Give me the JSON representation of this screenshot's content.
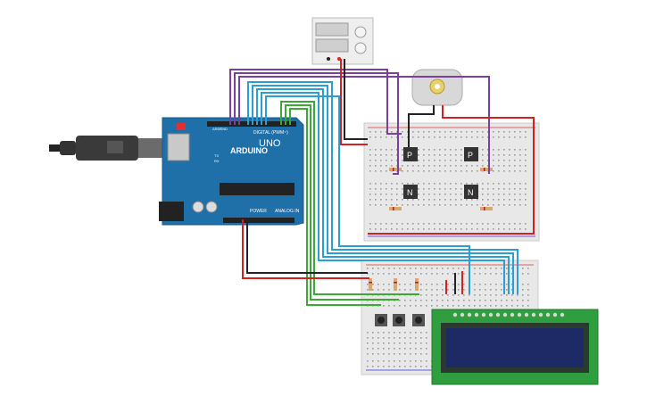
{
  "arduino": {
    "brand": "ARDUINO",
    "model": "UNO",
    "digital_label": "DIGITAL (PWM~)",
    "power_label": "POWER",
    "analog_label": "ANALOG IN",
    "aref_label": "AREF",
    "gnd_label": "GND",
    "tx_label": "TX",
    "rx_label": "RX"
  },
  "transistors": {
    "p_label": "P",
    "n_label": "N"
  },
  "colors": {
    "board_blue": "#1f6fa8",
    "breadboard": "#e8e8e8",
    "wire_purple": "#7b3fa0",
    "wire_blue": "#2a9fd6",
    "wire_green": "#3aaa35",
    "wire_red": "#d42020",
    "wire_black": "#222222",
    "lcd_pcb": "#2e9e3e",
    "lcd_screen": "#1d2a66"
  }
}
